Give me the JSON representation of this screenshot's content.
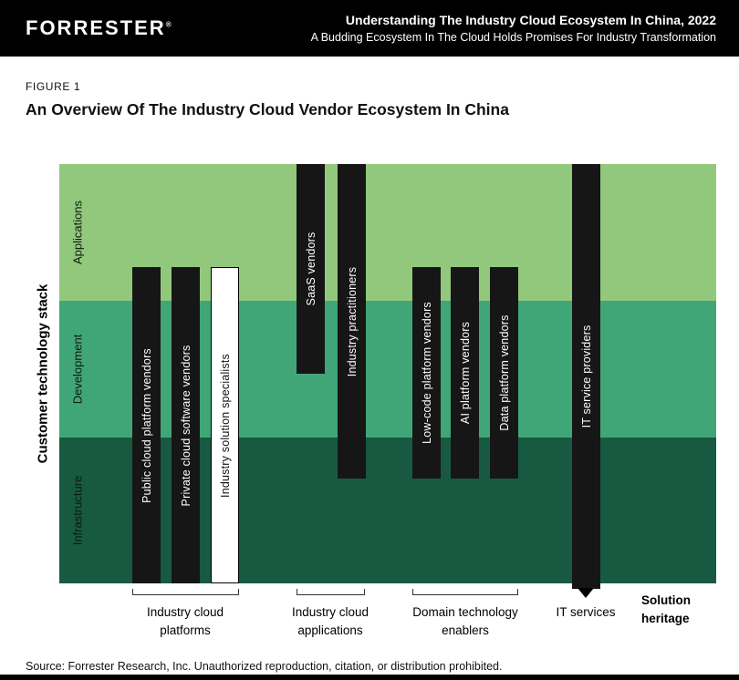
{
  "header": {
    "logo": "FORRESTER",
    "logo_mark": "®",
    "title": "Understanding The Industry Cloud Ecosystem In China, 2022",
    "subtitle": "A Budding Ecosystem In The Cloud Holds Promises For Industry Transformation"
  },
  "figure": {
    "label": "FIGURE 1",
    "title": "An Overview Of The Industry Cloud Vendor Ecosystem In China"
  },
  "chart": {
    "axis_label": "Customer technology stack",
    "bands": [
      {
        "label": "Applications",
        "color": "#92c87c"
      },
      {
        "label": "Development",
        "color": "#41a677"
      },
      {
        "label": "Infrastructure",
        "color": "#175a41"
      }
    ],
    "bars": [
      {
        "label": "Public cloud platform vendors",
        "style": "black"
      },
      {
        "label": "Private cloud software vendors",
        "style": "black"
      },
      {
        "label": "Industry solution specialists",
        "style": "white"
      },
      {
        "label": "SaaS vendors",
        "style": "black"
      },
      {
        "label": "Industry practitioners",
        "style": "black"
      },
      {
        "label": "Low-code platform vendors",
        "style": "black"
      },
      {
        "label": "AI platform vendors",
        "style": "black"
      },
      {
        "label": "Data platform vendors",
        "style": "black"
      },
      {
        "label": "IT service providers",
        "style": "black"
      }
    ],
    "groups": [
      {
        "label": "Industry cloud platforms"
      },
      {
        "label": "Industry cloud applications"
      },
      {
        "label": "Domain technology enablers"
      },
      {
        "label": "IT services"
      }
    ],
    "solution_heritage": "Solution heritage",
    "bar_color": "#161616"
  },
  "footer": {
    "source": "Source: Forrester Research, Inc. Unauthorized reproduction, citation, or distribution prohibited."
  }
}
